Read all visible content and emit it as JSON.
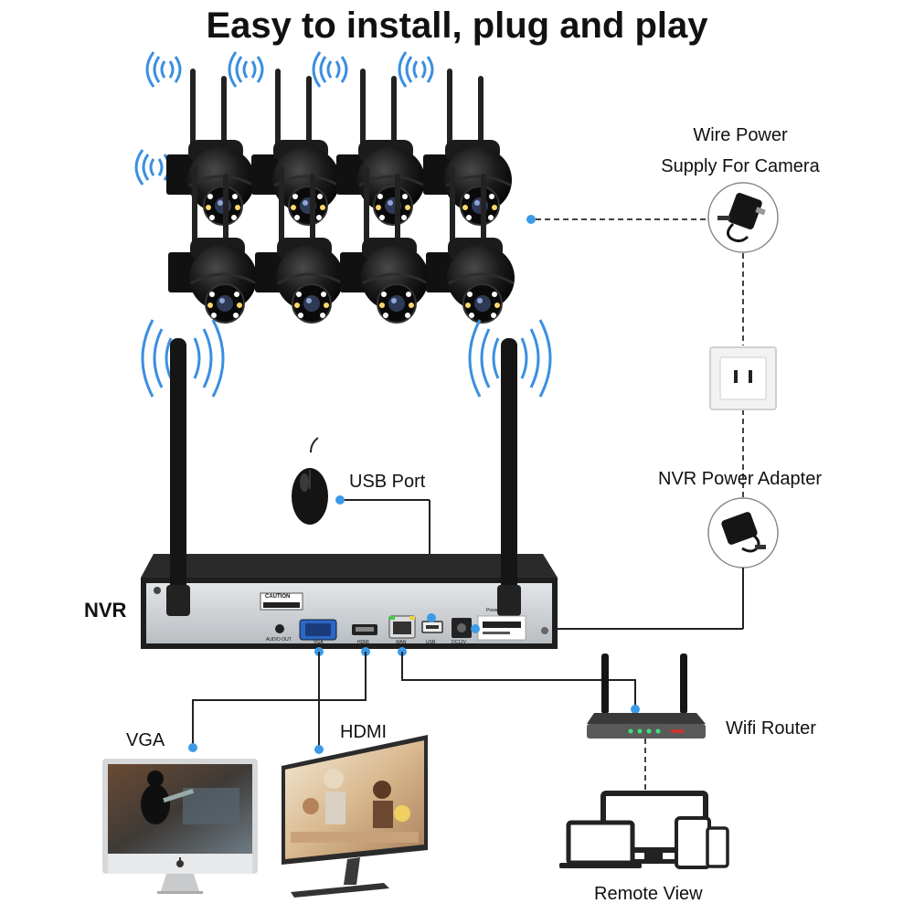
{
  "title": "Easy to install, plug and play",
  "labels": {
    "wire_power_line1": "Wire Power",
    "wire_power_line2": "Supply For Camera",
    "usb_port": "USB Port",
    "nvr_power_adapter": "NVR Power Adapter",
    "nvr": "NVR",
    "vga": "VGA",
    "hdmi": "HDMI",
    "wifi_router": "Wifi Router",
    "remote_view": "Remote View"
  },
  "nvr_panel": {
    "caution": "CAUTION",
    "ports": [
      "AUDIO OUT",
      "VGA",
      "HDMI",
      "WAN",
      "USB",
      "DC12V"
    ],
    "power": "Power"
  },
  "cameras": {
    "count": 8,
    "rows": 2,
    "per_row": 4
  },
  "colors": {
    "connector_dot": "#3b9be8",
    "wifi_wave": "#3b8fe0",
    "line": "#222222",
    "dashed_line": "#444444",
    "camera_body": "#161616",
    "nvr_body": "#1e1e1e",
    "nvr_panel": "#cfd3d6"
  },
  "icons": [
    "wifi-signal-icon",
    "mouse-icon",
    "power-adapter-icon",
    "wall-socket-icon",
    "apple-logo-icon"
  ]
}
